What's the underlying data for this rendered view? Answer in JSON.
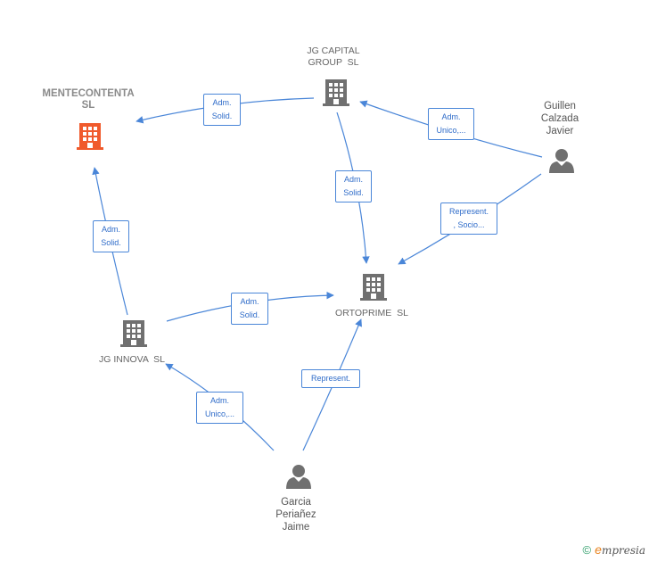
{
  "nodes": {
    "mentecontenta": {
      "label_line1": "MENTECONTENTA",
      "label_line2": "SL",
      "icon": "building-icon",
      "color": "#f05a2c"
    },
    "jg_capital": {
      "label_line1": "JG CAPITAL",
      "label_line2": "GROUP  SL",
      "icon": "building-icon",
      "color": "#707070"
    },
    "ortoprime": {
      "label_line1": "ORTOPRIME  SL",
      "icon": "building-icon",
      "color": "#707070"
    },
    "jg_innova": {
      "label_line1": "JG INNOVA  SL",
      "icon": "building-icon",
      "color": "#707070"
    },
    "guillen": {
      "label_line1": "Guillen",
      "label_line2": "Calzada",
      "label_line3": "Javier",
      "icon": "person-icon",
      "color": "#707070"
    },
    "garcia": {
      "label_line1": "Garcia",
      "label_line2": "Periañez",
      "label_line3": "Jaime",
      "icon": "person-icon",
      "color": "#707070"
    }
  },
  "edges": [
    {
      "from": "jg_capital",
      "to": "mentecontenta",
      "line1": "Adm.",
      "line2": "Solid."
    },
    {
      "from": "guillen",
      "to": "jg_capital",
      "line1": "Adm.",
      "line2": "Unico,..."
    },
    {
      "from": "jg_capital",
      "to": "ortoprime",
      "line1": "Adm.",
      "line2": "Solid."
    },
    {
      "from": "guillen",
      "to": "ortoprime",
      "line1": "Represent.",
      "line2": ", Socio..."
    },
    {
      "from": "jg_innova",
      "to": "mentecontenta",
      "line1": "Adm.",
      "line2": "Solid."
    },
    {
      "from": "jg_innova",
      "to": "ortoprime",
      "line1": "Adm.",
      "line2": "Solid."
    },
    {
      "from": "garcia",
      "to": "jg_innova",
      "line1": "Adm.",
      "line2": "Unico,..."
    },
    {
      "from": "garcia",
      "to": "ortoprime",
      "line1": "Represent."
    }
  ],
  "brand": {
    "copyright": "©",
    "first_letter": "e",
    "rest": "mpresia"
  },
  "colors": {
    "edge": "#4a86d8",
    "highlight": "#f05a2c",
    "node": "#707070"
  }
}
